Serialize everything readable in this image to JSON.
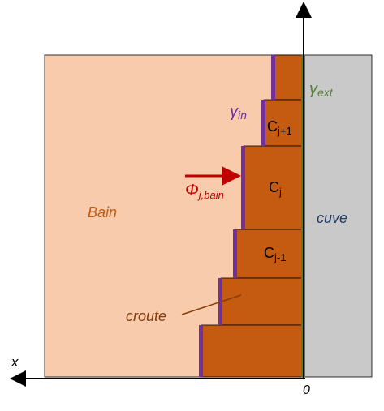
{
  "labels": {
    "bath": "Bain",
    "crust": "croute",
    "tank": "cuve",
    "gamma_in": "γ",
    "gamma_in_sub": "in",
    "gamma_ext": "γ",
    "gamma_ext_sub": "ext",
    "flux": "Φ",
    "flux_sub": "j,bain",
    "c_j_plus_1": "C",
    "c_j_plus_1_sub": "j+1",
    "c_j": "C",
    "c_j_sub": "j",
    "c_j_minus_1": "C",
    "c_j_minus_1_sub": "j-1",
    "x_axis": "x",
    "origin": "0"
  },
  "colors": {
    "bath": "#f8cbad",
    "crust": "#c55a11",
    "tank": "#c9c9c9",
    "gamma_in_line": "#7030a0",
    "gamma_ext_line": "#548235",
    "flux_arrow": "#c00000",
    "bath_label": "#c55a11",
    "crust_label": "#843c0c",
    "tank_label": "#1f3864",
    "gamma_in_label": "#7030a0",
    "gamma_ext_label": "#548235",
    "axis": "#000000"
  }
}
